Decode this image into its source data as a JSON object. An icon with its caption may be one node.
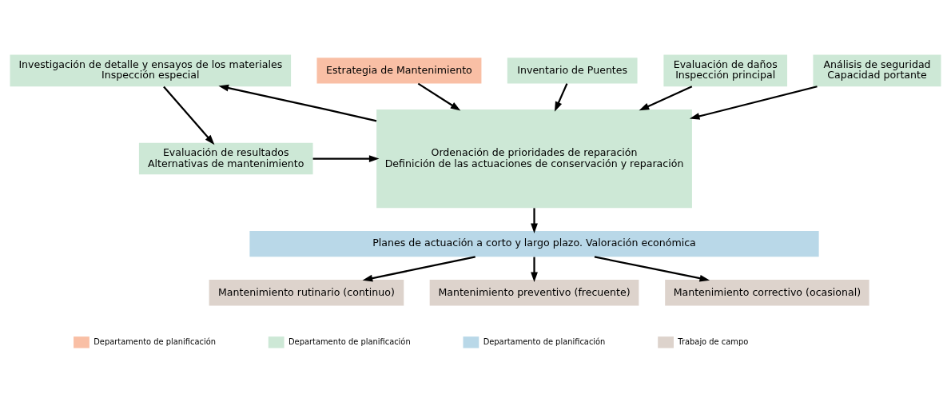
{
  "diagram": {
    "nodes": [
      {
        "text": [
          "Estrategia de Mantenimiento"
        ]
      },
      {
        "text": [
          "Inventario de Puentes"
        ]
      },
      {
        "text": [
          "Evaluación de daños",
          "Inspección principal"
        ]
      },
      {
        "text": [
          "Análisis de seguridad",
          "Capacidad portante"
        ]
      },
      {
        "text": [
          "Ordenación de prioridades de reparación",
          "Definición de las actuaciones de conservación y reparación"
        ]
      },
      {
        "text": [
          "Investigación de detalle y ensayos de los materiales",
          "Inspección especial"
        ]
      },
      {
        "text": [
          "Evaluación de resultados",
          "Alternativas de mantenimiento"
        ]
      },
      {
        "text": [
          "Planes de actuación a corto y largo plazo. Valoración económica"
        ]
      },
      {
        "text": [
          "Mantenimiento rutinario (continuo)"
        ]
      },
      {
        "text": [
          "Mantenimiento preventivo (frecuente)"
        ]
      },
      {
        "text": [
          "Mantenimiento correctivo (ocasional)"
        ]
      }
    ],
    "edges": [
      {
        "from": 0,
        "to": 4,
        "arrow": "to"
      },
      {
        "from": 1,
        "to": 4,
        "arrow": "to"
      },
      {
        "from": 2,
        "to": 4,
        "arrow": "to"
      },
      {
        "from": 3,
        "to": 4,
        "arrow": "to"
      },
      {
        "from": 4,
        "to": 5,
        "arrow": "to"
      },
      {
        "from": 5,
        "to": 6,
        "arrow": "to"
      },
      {
        "from": 6,
        "to": 4,
        "arrow": "to"
      },
      {
        "from": 4,
        "to": 7,
        "arrow": "to"
      },
      {
        "from": 7,
        "to": 8,
        "arrow": "to"
      },
      {
        "from": 7,
        "to": 9,
        "arrow": "to"
      },
      {
        "from": 7,
        "to": 10,
        "arrow": "to"
      }
    ],
    "legend": [
      {
        "text": "Departamento de planificación",
        "color": "#f9bfa5"
      },
      {
        "text": "Departamento de planificación",
        "color": "#cde8d6"
      },
      {
        "text": "Departamento de planificación",
        "color": "#b9d8e8"
      },
      {
        "text": "Trabajo de campo",
        "color": "#ddd3cc"
      }
    ]
  }
}
